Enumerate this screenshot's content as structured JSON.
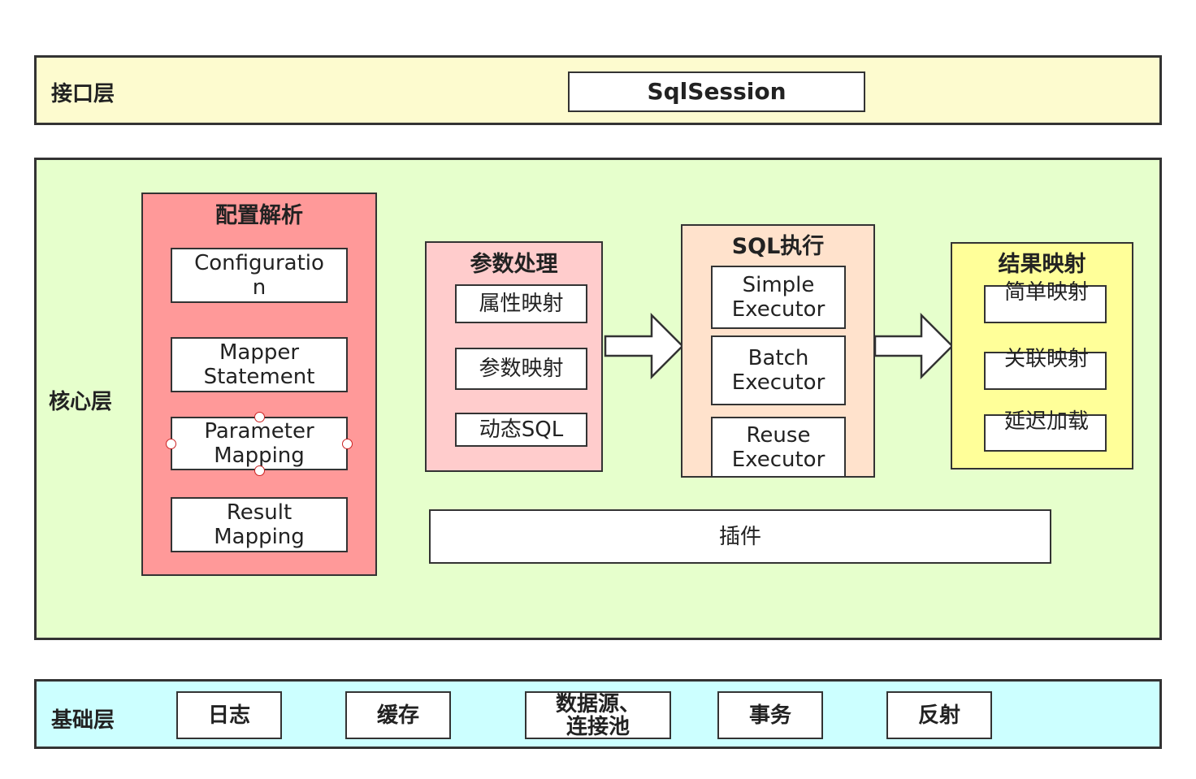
{
  "interface_layer": {
    "label": "接口层",
    "items": [
      "SqlSession"
    ]
  },
  "core_layer": {
    "label": "核心层",
    "config_parsing": {
      "title": "配置解析",
      "items": [
        "Configuration",
        "Mapper Statement",
        "Parameter Mapping",
        "Result Mapping"
      ]
    },
    "param_handling": {
      "title": "参数处理",
      "items": [
        "属性映射",
        "参数映射",
        "动态SQL"
      ]
    },
    "sql_execution": {
      "title": "SQL执行",
      "items": [
        "Simple Executor",
        "Batch Executor",
        "Reuse Executor"
      ]
    },
    "result_mapping": {
      "title": "结果映射",
      "items": [
        "简单映射",
        "关联映射",
        "延迟加载"
      ]
    },
    "plugin": "插件"
  },
  "base_layer": {
    "label": "基础层",
    "items": [
      "日志",
      "缓存",
      "数据源、连接池",
      "事务",
      "反射"
    ]
  },
  "colors": {
    "interface_bg": "#fdfbcf",
    "core_bg": "#e6ffcc",
    "base_bg": "#ccffff",
    "config_bg": "#ff9999",
    "param_bg": "#ffcccc",
    "sql_bg": "#ffe2cc",
    "result_bg": "#ffff99"
  }
}
